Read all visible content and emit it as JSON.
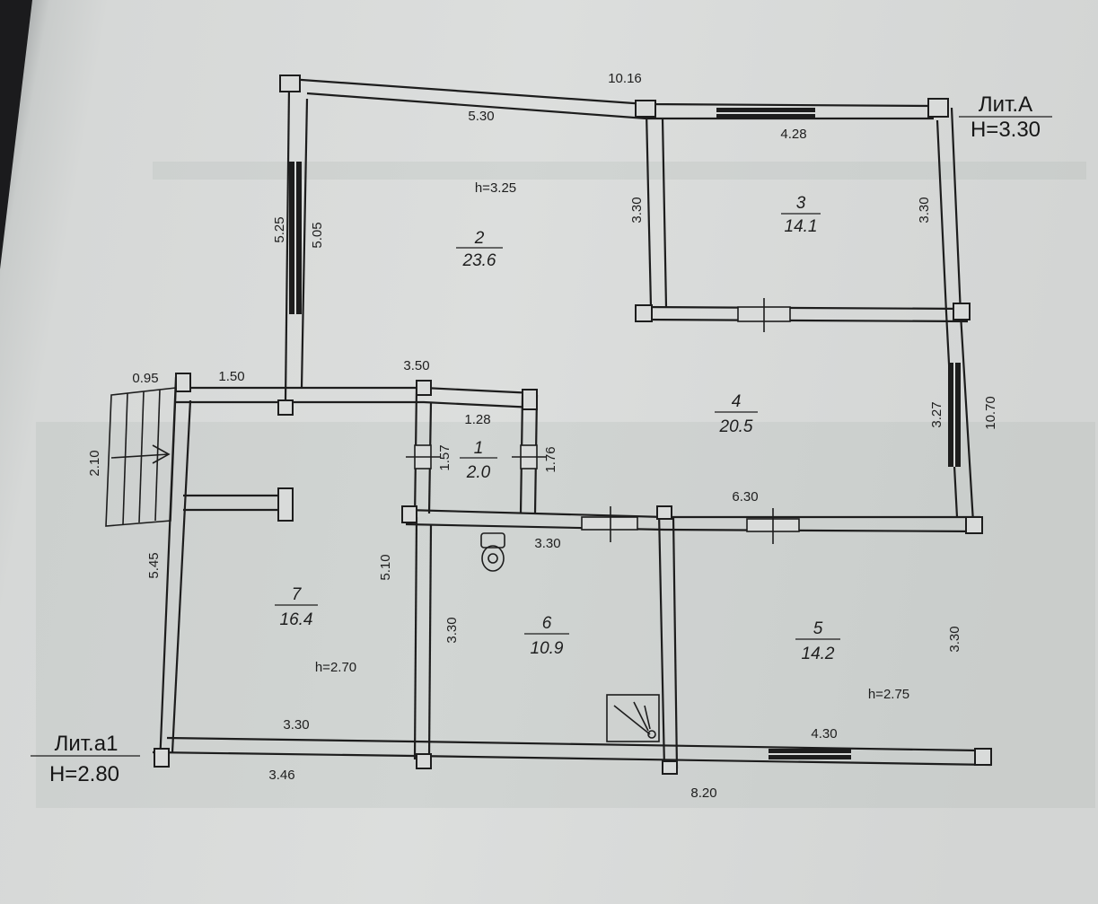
{
  "plan": {
    "lit_main": {
      "label": "Лит.А",
      "height": "H=3.30"
    },
    "lit_annex": {
      "label": "Лит.а1",
      "height": "H=2.80"
    },
    "rooms": [
      {
        "number": "1",
        "area": "2.0"
      },
      {
        "number": "2",
        "area": "23.6"
      },
      {
        "number": "3",
        "area": "14.1"
      },
      {
        "number": "4",
        "area": "20.5"
      },
      {
        "number": "5",
        "area": "14.2"
      },
      {
        "number": "6",
        "area": "10.9"
      },
      {
        "number": "7",
        "area": "16.4"
      }
    ],
    "ceiling_heights": [
      "h=3.25",
      "h=2.70",
      "h=2.75"
    ],
    "dimensions": {
      "top_total": "10.16",
      "room2_top": "5.30",
      "room3_top": "4.28",
      "room3_left": "3.30",
      "room3_right": "3.30",
      "left_outer": "5.25",
      "room2_left": "5.05",
      "porch_width": "0.95",
      "annex_top": "1.50",
      "room2_bottom": "3.50",
      "room1_top": "1.28",
      "room1_left": "1.57",
      "room1_right": "1.76",
      "right_total": "10.70",
      "room4_right": "3.27",
      "room4_bottom": "6.30",
      "room6_top": "3.30",
      "porch_depth": "2.10",
      "annex_left": "5.45",
      "room7_right": "5.10",
      "room6_left": "3.30",
      "room5_right": "3.30",
      "room7_bottom": "3.30",
      "annex_bottom": "3.46",
      "room5_bottom": "4.30",
      "bottom_total": "8.20"
    }
  }
}
